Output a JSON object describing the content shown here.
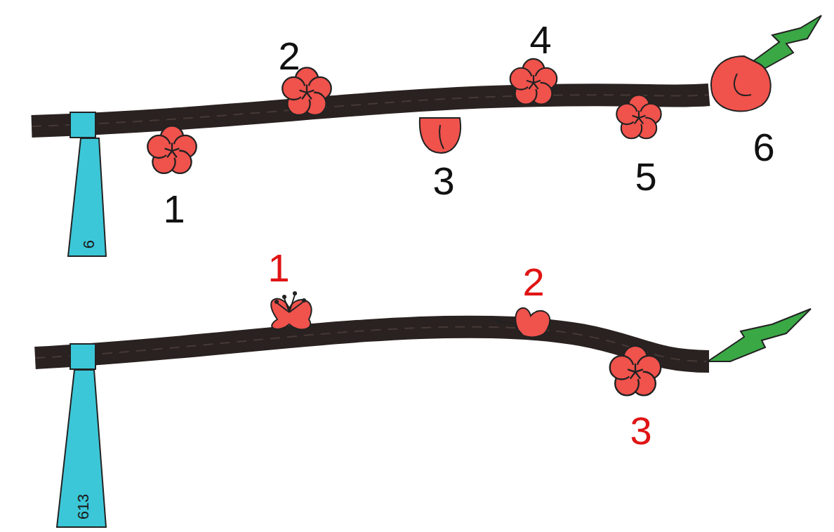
{
  "diagram": {
    "nodes": [
      {
        "text": [
          "6"
        ]
      },
      {
        "text": [
          "613"
        ]
      }
    ],
    "labels": [
      "1",
      "2",
      "3",
      "4",
      "5",
      "6",
      "1",
      "2",
      "3"
    ]
  }
}
